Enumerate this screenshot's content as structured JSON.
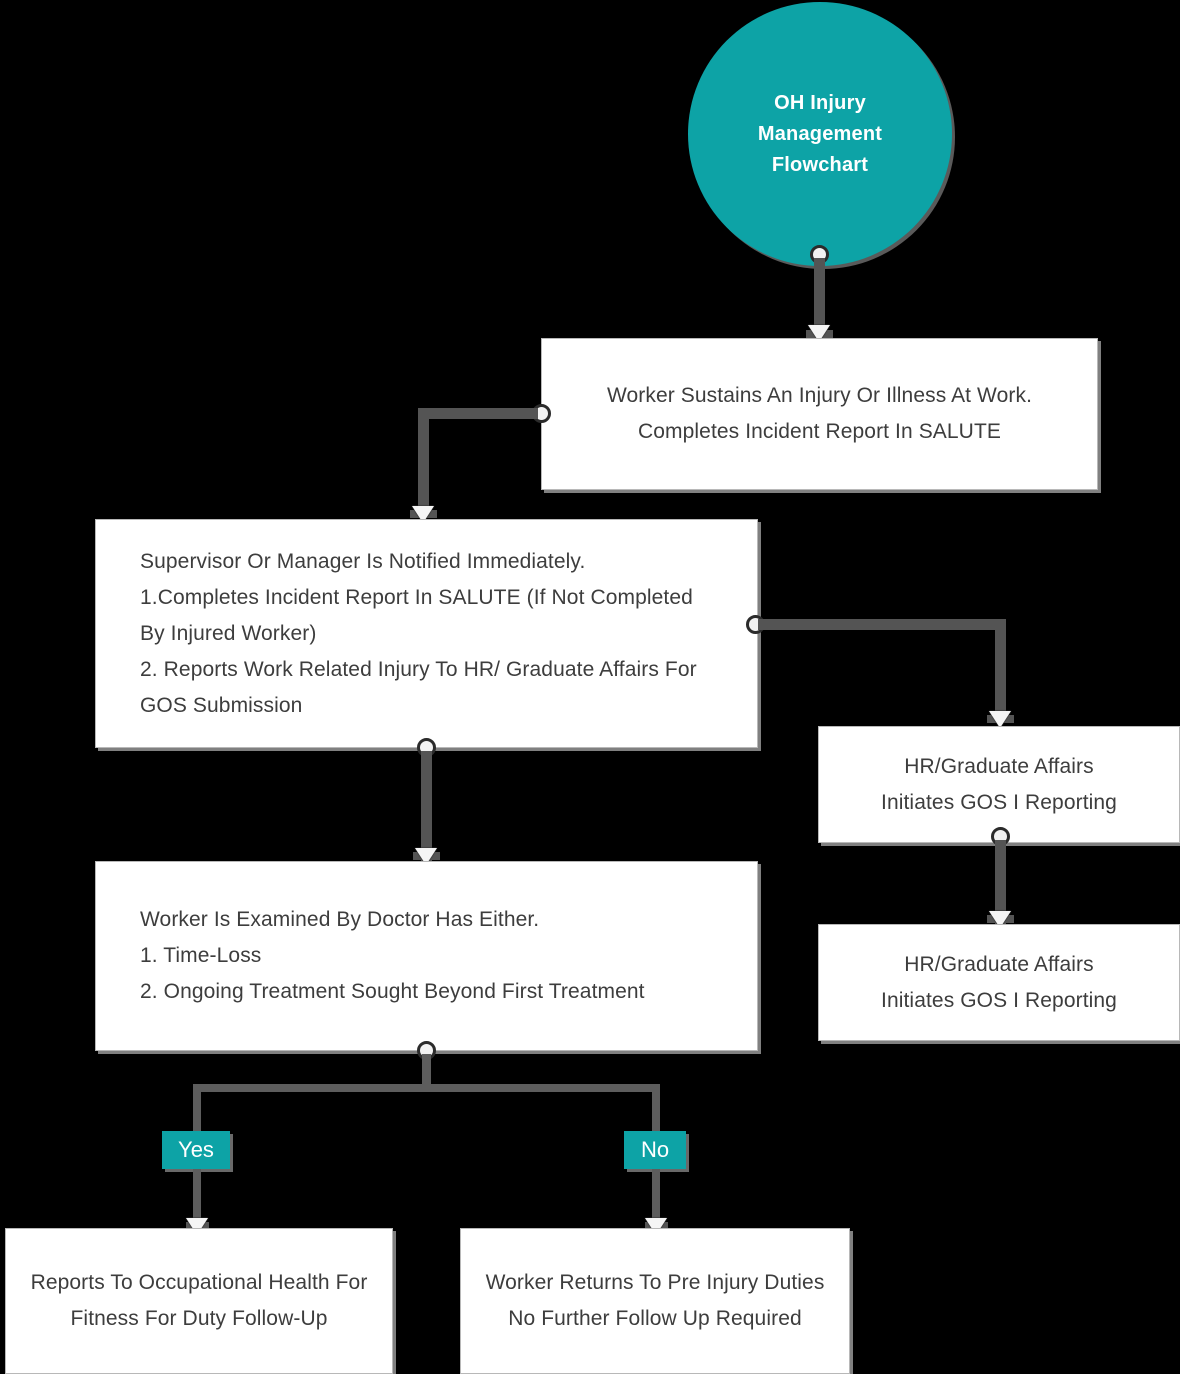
{
  "diagram": {
    "title": "OH Injury Management Flowchart",
    "accent_color": "#0da3a6",
    "node_fill": "#ffffff",
    "node_border": "#b8b8b8",
    "connector_color": "#545454",
    "text_color": "#3d3d3d"
  },
  "start": {
    "label": "OH Injury\nManagement\nFlowchart"
  },
  "nodes": {
    "incident": "Worker Sustains An Injury Or Illness At Work. Completes Incident Report In SALUTE",
    "supervisor": "Supervisor Or Manager Is Notified Immediately.\n1.Completes Incident Report In SALUTE (If Not Completed By Injured Worker)\n2. Reports Work Related Injury To HR/ Graduate Affairs For GOS Submission",
    "hr_first": "HR/Graduate Affairs\nInitiates GOS I Reporting",
    "hr_second": "HR/Graduate Affairs\nInitiates GOS I Reporting",
    "examined": "Worker Is Examined By Doctor Has Either.\n1. Time-Loss\n2. Ongoing Treatment Sought Beyond First Treatment",
    "occ_health": "Reports To Occupational Health For Fitness For Duty Follow-Up",
    "return_work": "Worker Returns To Pre Injury Duties No Further Follow Up Required"
  },
  "edge_labels": {
    "yes": "Yes",
    "no": "No"
  }
}
